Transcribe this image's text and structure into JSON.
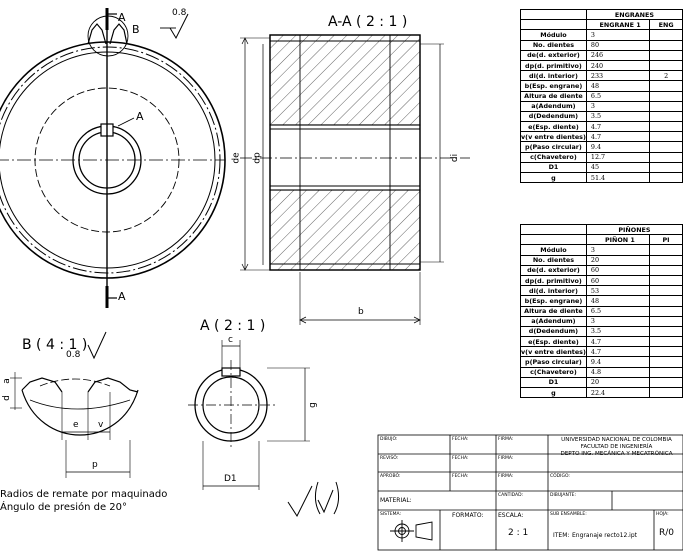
{
  "drawing": {
    "section_label": "A-A ( 2 : 1 )",
    "detail_b_label": "B ( 4 : 1 )",
    "detail_a_label": "A ( 2 : 1 )",
    "marker_a": "A",
    "marker_b": "B",
    "roughness_main": "0.8",
    "roughness_detail": "0.8",
    "dim_de": "de",
    "dim_dp": "dp",
    "dim_di": "di",
    "dim_b": "b",
    "dim_a": "a",
    "dim_d": "d",
    "dim_e": "e",
    "dim_v": "v",
    "dim_p": "p",
    "dim_c": "c",
    "dim_g": "g",
    "dim_D1": "D1",
    "note_1": "Radios de remate por maquinado",
    "note_2": "Ángulo de presión de 20°"
  },
  "gears_table": {
    "title": "ENGRANES",
    "col1": "ENGRANE 1",
    "col2": "ENG",
    "rows": [
      {
        "k": "Módulo",
        "v1": "3",
        "v2": ""
      },
      {
        "k": "No. dientes",
        "v1": "80",
        "v2": ""
      },
      {
        "k": "de(d. exterior)",
        "v1": "246",
        "v2": ""
      },
      {
        "k": "dp(d. primitivo)",
        "v1": "240",
        "v2": ""
      },
      {
        "k": "di(d. interior)",
        "v1": "233",
        "v2": "2"
      },
      {
        "k": "b(Esp. engrane)",
        "v1": "48",
        "v2": ""
      },
      {
        "k": "Altura de diente",
        "v1": "6.5",
        "v2": ""
      },
      {
        "k": "a(Adendum)",
        "v1": "3",
        "v2": ""
      },
      {
        "k": "d(Dedendum)",
        "v1": "3.5",
        "v2": ""
      },
      {
        "k": "e(Esp. diente)",
        "v1": "4.7",
        "v2": ""
      },
      {
        "k": "v(v entre dientes)",
        "v1": "4.7",
        "v2": ""
      },
      {
        "k": "p(Paso circular)",
        "v1": "9.4",
        "v2": ""
      },
      {
        "k": "c(Chavetero)",
        "v1": "12.7",
        "v2": ""
      },
      {
        "k": "D1",
        "v1": "45",
        "v2": ""
      },
      {
        "k": "g",
        "v1": "51.4",
        "v2": ""
      }
    ]
  },
  "pinions_table": {
    "title": "PIÑONES",
    "col1": "PIÑON 1",
    "col2": "PI",
    "rows": [
      {
        "k": "Módulo",
        "v1": "3",
        "v2": ""
      },
      {
        "k": "No. dientes",
        "v1": "20",
        "v2": ""
      },
      {
        "k": "de(d. exterior)",
        "v1": "60",
        "v2": ""
      },
      {
        "k": "dp(d. primitivo)",
        "v1": "60",
        "v2": ""
      },
      {
        "k": "di(d. interior)",
        "v1": "53",
        "v2": ""
      },
      {
        "k": "b(Esp. engrane)",
        "v1": "48",
        "v2": ""
      },
      {
        "k": "Altura de diente",
        "v1": "6.5",
        "v2": ""
      },
      {
        "k": "a(Adendum)",
        "v1": "3",
        "v2": ""
      },
      {
        "k": "d(Dedendum)",
        "v1": "3.5",
        "v2": ""
      },
      {
        "k": "e(Esp. diente)",
        "v1": "4.7",
        "v2": ""
      },
      {
        "k": "v(v entre dientes)",
        "v1": "4.7",
        "v2": ""
      },
      {
        "k": "p(Paso circular)",
        "v1": "9.4",
        "v2": ""
      },
      {
        "k": "c(Chavetero)",
        "v1": "4.8",
        "v2": ""
      },
      {
        "k": "D1",
        "v1": "20",
        "v2": ""
      },
      {
        "k": "g",
        "v1": "22.4",
        "v2": ""
      }
    ]
  },
  "title_block": {
    "dibujo": "DIBUJO:",
    "reviso": "REVISÓ:",
    "aprobo": "APROBÓ:",
    "fecha": "FECHA:",
    "firma": "FIRMA:",
    "university": "UNIVERSIDAD NACIONAL DE COLOMBIA",
    "faculty": "FACULTAD DE INGENIERÍA",
    "department": "DEPTO ING. MECÁNICA Y MECATRÓNICA",
    "material": "MATERIAL:",
    "cantidad": "CANTIDAD:",
    "dibujante": "DIBUJANTE:",
    "codigo": "CÓDIGO:",
    "sistema": "SISTEMA:",
    "formato": "FORMATO:",
    "escala_label": "ESCALA:",
    "escala_value": "2 : 1",
    "subensamble": "SUB ENSAMBLE:",
    "item_label": "ITEM:",
    "item_value": "Engranaje recto12.ipt",
    "hoja_label": "HOJA:",
    "revision": "R/0"
  }
}
